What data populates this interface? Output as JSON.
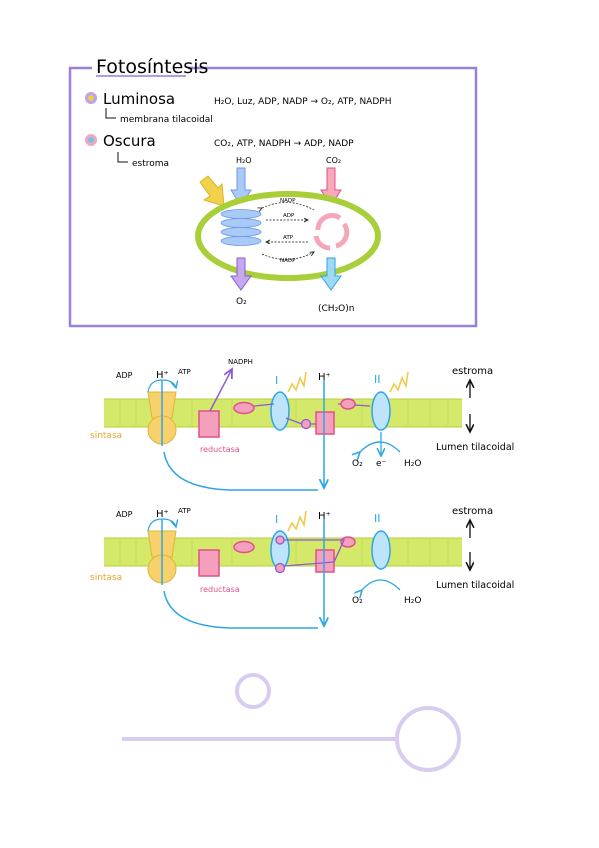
{
  "title": "Fotosíntesis",
  "box_border_color": "#9b7fd8",
  "luminosa": {
    "label": "Luminosa",
    "equation": "H₂O, Luz, ADP, NADP → O₂, ATP, NADPH",
    "location": "membrana tilacoidal"
  },
  "oscura": {
    "label": "Oscura",
    "equation": "CO₂, ATP, NADPH → ADP, NADP",
    "location": "estroma"
  },
  "chloroplast": {
    "input_left": "H₂O",
    "input_right": "CO₂",
    "output_left": "O₂",
    "output_right": "(CH₂O)n",
    "cycle_labels": [
      "NADP",
      "ADP",
      "ATP",
      "NADP"
    ]
  },
  "diagram1": {
    "adp": "ADP",
    "h_plus_left": "H⁺",
    "atp": "ATP",
    "nadph": "NADPH",
    "ps1": "I",
    "h_plus_right": "H⁺",
    "ps2": "II",
    "estroma": "estroma",
    "lumen": "Lumen tilacoidal",
    "sintasa": "sintasa",
    "reductasa": "reductasa",
    "o2": "O₂",
    "e": "e⁻",
    "h2o": "H₂O"
  },
  "diagram2": {
    "adp": "ADP",
    "h_plus_left": "H⁺",
    "atp": "ATP",
    "ps1": "I",
    "h_plus_right": "H⁺",
    "ps2": "II",
    "estroma": "estroma",
    "lumen": "Lumen tilacoidal",
    "sintasa": "sintasa",
    "reductasa": "reductasa",
    "o2": "O₂",
    "h2o": "H₂O"
  },
  "colors": {
    "purple": "#9b7fd8",
    "membrane": "#d4e86a",
    "sintasa": "#f2c94c",
    "reductasa": "#e0508a",
    "blue": "#6cc3f0",
    "red": "#e0508a"
  }
}
